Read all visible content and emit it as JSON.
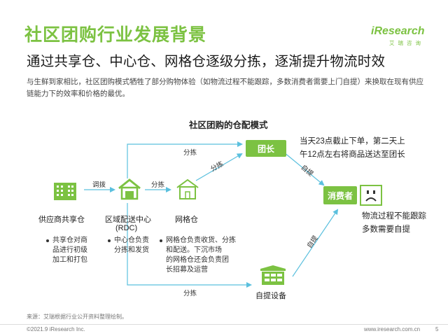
{
  "header": {
    "title": "社区团购行业发展背景",
    "subtitle": "通过共享仓、中心仓、网格仓逐级分拣，逐渐提升物流时效",
    "intro": "与生鲜到家相比，社区团购模式牺牲了部分购物体验（如物流过程不能跟踪，多数消费者需要上门自提）来换取在现有供应链能力下的效率和价格的最优。"
  },
  "logo": {
    "text": "iResearch",
    "sub": "艾瑞咨询"
  },
  "diagram": {
    "title": "社区团购的仓配模式",
    "nodes": {
      "supplier": "供应商共享仓",
      "rdc_line1": "区域配送中心",
      "rdc_line2": "(RDC)",
      "grid": "网格仓",
      "leader": "团长",
      "consumer": "消费者",
      "pickup": "自提设备"
    },
    "edges": {
      "e1": "调拨",
      "e2": "分拣",
      "e3": "分拣",
      "e4": "分拣",
      "e5": "分拣",
      "e6": "自提",
      "e7": "自提"
    },
    "notes": {
      "leader_note_1": "当天23点截止下单，第二天上",
      "leader_note_2": "午12点左右将商品送达至团长",
      "consumer_note_1": "物流过程不能跟踪",
      "consumer_note_2": "多数需要自提"
    },
    "bullets": {
      "supplier": [
        "共享仓对商",
        "品进行初级",
        "加工和打包"
      ],
      "rdc": [
        "中心仓负责",
        "分拣和发货"
      ],
      "grid": [
        "网格仓负责收货、分拣",
        "和配送。下沉市场",
        "的网格仓还会负责团",
        "长招募及运营"
      ]
    }
  },
  "footer": {
    "source": "来源：艾瑞根据行业公开资料整理绘制。",
    "copyright": "©2021.9 iResearch Inc.",
    "url": "www.iresearch.com.cn",
    "page": "5"
  },
  "colors": {
    "accent": "#7cc242",
    "arrow": "#5bc0de"
  }
}
